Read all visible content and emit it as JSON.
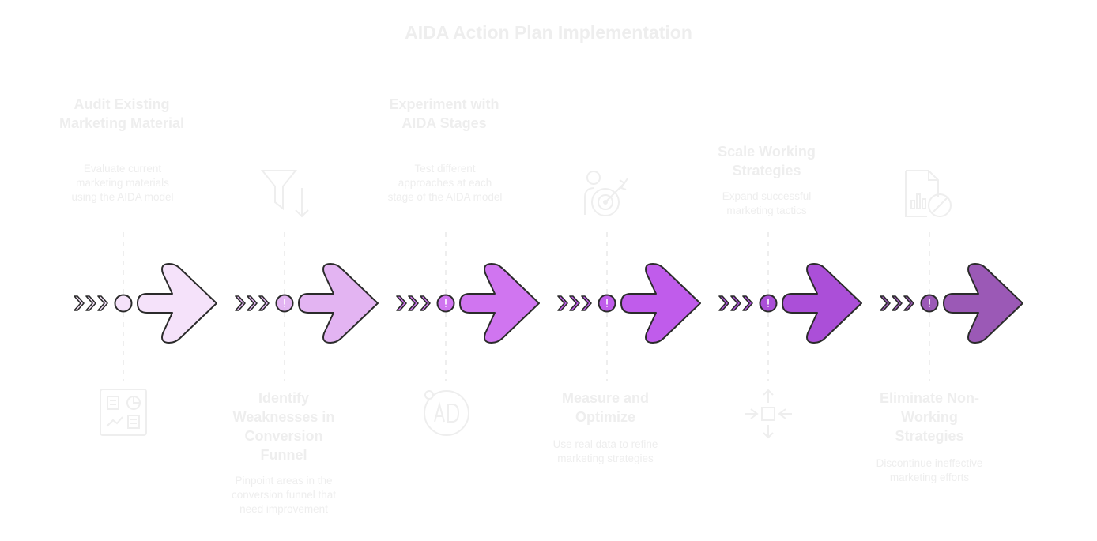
{
  "title": "AIDA Action Plan Implementation",
  "colors": {
    "faint_text": "#eeeeee",
    "outline": "#2b2b2b",
    "arrow_fills": [
      "#f5e2fa",
      "#e3b4f2",
      "#d075f0",
      "#c05ceb",
      "#ab4fd8",
      "#9b59b6"
    ]
  },
  "steps": [
    {
      "title": "Audit Existing Marketing Material",
      "description": "Evaluate current marketing materials using the AIDA model",
      "icon": "document-charts-icon",
      "text_position": "top"
    },
    {
      "title": "Identify Weaknesses in Conversion Funnel",
      "description": "Pinpoint areas in the conversion funnel that need improvement",
      "icon": "funnel-down-icon",
      "text_position": "bottom"
    },
    {
      "title": "Experiment with AIDA Stages",
      "description": "Test different approaches at each stage of the AIDA model",
      "icon": "ab-test-icon",
      "text_position": "top"
    },
    {
      "title": "Measure and Optimize",
      "description": "Use real data to refine marketing strategies",
      "icon": "person-target-icon",
      "text_position": "bottom"
    },
    {
      "title": "Scale Working Strategies",
      "description": "Expand successful marketing tactics",
      "icon": "scale-arrows-icon",
      "text_position": "top"
    },
    {
      "title": "Eliminate Non-Working Strategies",
      "description": "Discontinue ineffective marketing efforts",
      "icon": "report-cancel-icon",
      "text_position": "bottom"
    }
  ]
}
